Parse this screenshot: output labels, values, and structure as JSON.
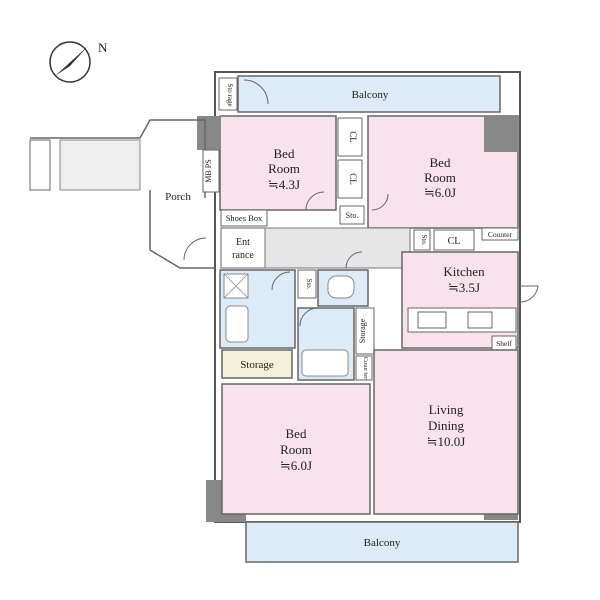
{
  "compass": {
    "north_label": "N"
  },
  "rooms": {
    "balcony_top": "Balcony",
    "balcony_bottom": "Balcony",
    "storage_top": "Sto rage",
    "bedroom1": {
      "name1": "Bed",
      "name2": "Room",
      "size": "≒4.3J"
    },
    "bedroom2": {
      "name1": "Bed",
      "name2": "Room",
      "size": "≒6.0J"
    },
    "bedroom3": {
      "name1": "Bed",
      "name2": "Room",
      "size": "≒6.0J"
    },
    "cl_a": "CL",
    "cl_b": "CL",
    "cl_c": "CL",
    "sto_a": "Sto.",
    "sto_b": "Sto.",
    "sto_c": "Sto.",
    "porch": "Porch",
    "mbps": "MB PS",
    "shoes_box": "Shoes Box",
    "entrance1": "Ent",
    "entrance2": "rance",
    "kitchen": {
      "name": "Kitchen",
      "size": "≒3.5J"
    },
    "counter_top": "Counter",
    "shelf": "Shelf",
    "storage_left": "Storage",
    "storage_vertical": "Storage",
    "counter_small": "Coun ter",
    "living": {
      "name1": "Living",
      "name2": "Dining",
      "size": "≒10.0J"
    }
  }
}
